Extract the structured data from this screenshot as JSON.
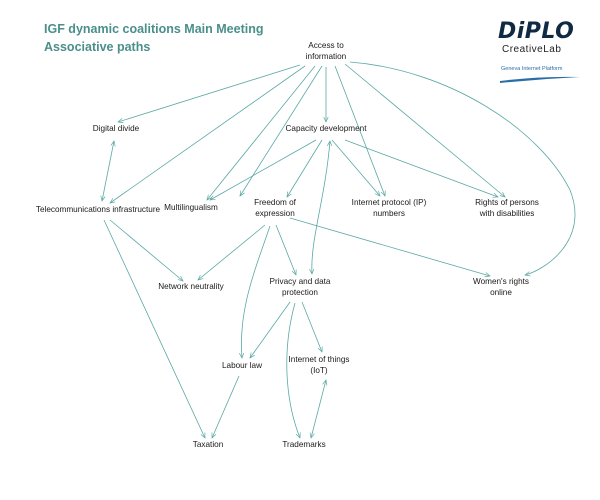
{
  "title": {
    "line1": "IGF dynamic coalitions Main Meeting",
    "line2": "Associative paths"
  },
  "logo": {
    "wordmark": "DiPLO",
    "sub": "CreativeLab",
    "platform": "Geneva Internet Platform",
    "colors": {
      "navy": "#102a44",
      "blue": "#2a6ea8"
    }
  },
  "colors": {
    "title": "#4a8f8a",
    "edge": "#5aa8a4",
    "text": "#1a1a1a"
  },
  "nodes": [
    {
      "id": "access",
      "lines": [
        "Access to",
        "information"
      ]
    },
    {
      "id": "digital",
      "lines": [
        "Digital divide"
      ]
    },
    {
      "id": "capacity",
      "lines": [
        "Capacity development"
      ]
    },
    {
      "id": "telecom",
      "lines": [
        "Telecommunications infrastructure"
      ]
    },
    {
      "id": "multi",
      "lines": [
        "Multilingualism"
      ]
    },
    {
      "id": "freedom",
      "lines": [
        "Freedom of",
        "expression"
      ]
    },
    {
      "id": "ip",
      "lines": [
        "Internet protocol (IP)",
        "numbers"
      ]
    },
    {
      "id": "rights",
      "lines": [
        "Rights of persons",
        "with disabilities"
      ]
    },
    {
      "id": "netneutral",
      "lines": [
        "Network neutrality"
      ]
    },
    {
      "id": "privacy",
      "lines": [
        "Privacy and data",
        "protection"
      ]
    },
    {
      "id": "women",
      "lines": [
        "Women's rights",
        "online"
      ]
    },
    {
      "id": "labour",
      "lines": [
        "Labour law"
      ]
    },
    {
      "id": "iot",
      "lines": [
        "Internet of things",
        "(IoT)"
      ]
    },
    {
      "id": "taxation",
      "lines": [
        "Taxation"
      ]
    },
    {
      "id": "trademarks",
      "lines": [
        "Trademarks"
      ]
    }
  ],
  "edges": [
    {
      "from": "access",
      "to": "digital"
    },
    {
      "from": "access",
      "to": "capacity"
    },
    {
      "from": "access",
      "to": "telecom"
    },
    {
      "from": "access",
      "to": "multi"
    },
    {
      "from": "access",
      "to": "ip"
    },
    {
      "from": "access",
      "to": "rights"
    },
    {
      "from": "access",
      "to": "women"
    },
    {
      "from": "access",
      "to": "freedom"
    },
    {
      "from": "digital",
      "to": "telecom",
      "bidirectional": true
    },
    {
      "from": "capacity",
      "to": "multi"
    },
    {
      "from": "capacity",
      "to": "freedom"
    },
    {
      "from": "capacity",
      "to": "ip"
    },
    {
      "from": "capacity",
      "to": "rights"
    },
    {
      "from": "capacity",
      "to": "privacy",
      "bidirectional": true
    },
    {
      "from": "telecom",
      "to": "netneutral"
    },
    {
      "from": "telecom",
      "to": "taxation"
    },
    {
      "from": "freedom",
      "to": "netneutral"
    },
    {
      "from": "freedom",
      "to": "privacy"
    },
    {
      "from": "freedom",
      "to": "labour"
    },
    {
      "from": "freedom",
      "to": "women"
    },
    {
      "from": "privacy",
      "to": "labour"
    },
    {
      "from": "privacy",
      "to": "iot"
    },
    {
      "from": "privacy",
      "to": "trademarks"
    },
    {
      "from": "labour",
      "to": "taxation"
    },
    {
      "from": "iot",
      "to": "trademarks",
      "bidirectional": true
    }
  ]
}
